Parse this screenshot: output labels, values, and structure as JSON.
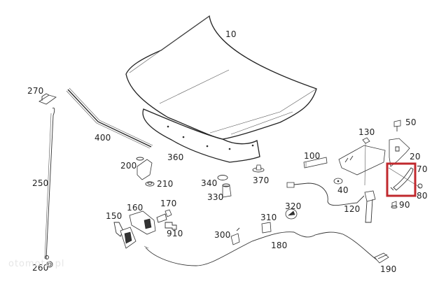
{
  "diagram": {
    "title": "Hood assembly exploded parts diagram",
    "highlight_color": "#c0282d",
    "highlighted_part": "70",
    "watermark": "otomoto.pl"
  },
  "labels": {
    "p10": "10",
    "p20": "20",
    "p40": "40",
    "p50": "50",
    "p70": "70",
    "p80": "80",
    "p90": "90",
    "p100": "100",
    "p120": "120",
    "p130": "130",
    "p150": "150",
    "p160": "160",
    "p170": "170",
    "p180": "180",
    "p190": "190",
    "p200": "200",
    "p210": "210",
    "p250": "250",
    "p260": "260",
    "p270": "270",
    "p300": "300",
    "p310": "310",
    "p320": "320",
    "p330": "330",
    "p340": "340",
    "p360": "360",
    "p370": "370",
    "p400": "400",
    "p910": "910"
  }
}
